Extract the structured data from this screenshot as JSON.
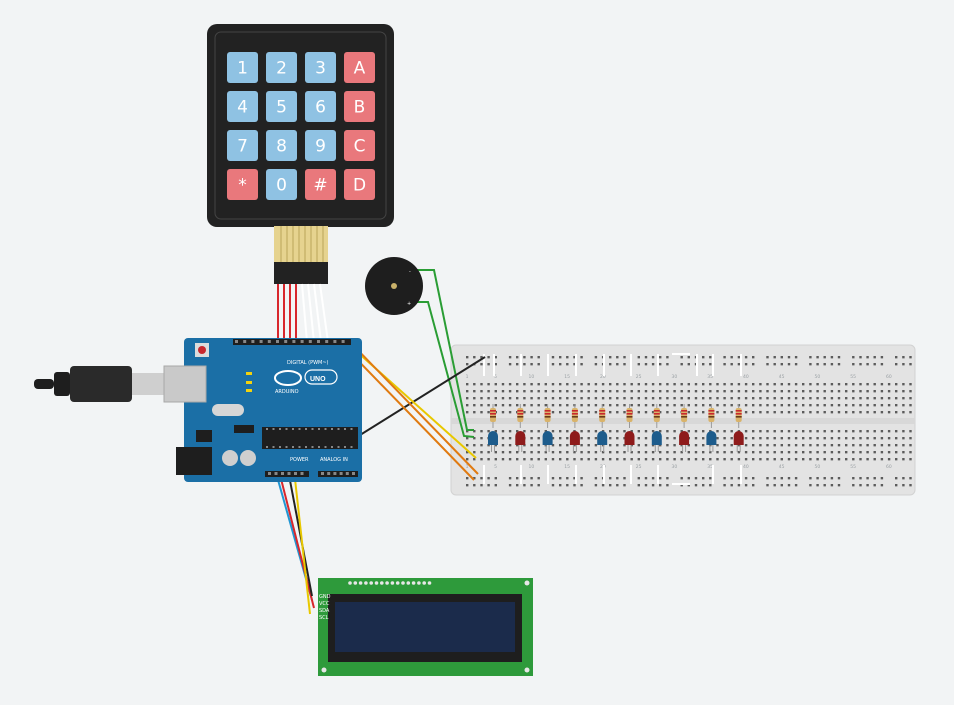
{
  "keypad": {
    "keys": [
      {
        "label": "1",
        "type": "num"
      },
      {
        "label": "2",
        "type": "num"
      },
      {
        "label": "3",
        "type": "num"
      },
      {
        "label": "A",
        "type": "letter"
      },
      {
        "label": "4",
        "type": "num"
      },
      {
        "label": "5",
        "type": "num"
      },
      {
        "label": "6",
        "type": "num"
      },
      {
        "label": "B",
        "type": "letter"
      },
      {
        "label": "7",
        "type": "num"
      },
      {
        "label": "8",
        "type": "num"
      },
      {
        "label": "9",
        "type": "num"
      },
      {
        "label": "C",
        "type": "letter"
      },
      {
        "label": "*",
        "type": "letter"
      },
      {
        "label": "0",
        "type": "num"
      },
      {
        "label": "#",
        "type": "letter"
      },
      {
        "label": "D",
        "type": "letter"
      }
    ]
  },
  "arduino": {
    "brand": "ARDUINO",
    "model": "UNO",
    "digital_label": "DIGITAL (PWM~)",
    "power_label": "POWER",
    "analog_label": "ANALOG IN"
  },
  "buzzer": {
    "minus_label": "-",
    "plus_label": "+"
  },
  "lcd": {
    "pin_labels": [
      "GND",
      "VCC",
      "SDA",
      "SCL"
    ]
  },
  "breadboard": {
    "column_numbers": [
      "1",
      "5",
      "10",
      "15",
      "20",
      "25",
      "30",
      "35",
      "40",
      "45",
      "50",
      "55",
      "60"
    ],
    "leds": [
      "blue",
      "red",
      "blue",
      "red",
      "blue",
      "red",
      "blue",
      "red",
      "blue",
      "red"
    ]
  },
  "colors": {
    "background": "#f2f4f5",
    "board": "#1b6fa6",
    "keypad_body": "#222222",
    "key_num": "#8fc2e3",
    "key_letter": "#e9787c",
    "breadboard": "#e3e3e3",
    "lcd_pcb": "#2e9a3b",
    "lcd_screen": "#1b2b4b",
    "led_blue": "#1d5c8c",
    "led_red": "#8e1b1b",
    "wire_green": "#2a9d34",
    "wire_black": "#222222",
    "wire_yellow": "#e8c800",
    "wire_orange": "#e07a10",
    "wire_red": "#d8262c",
    "wire_blue": "#2196d3"
  }
}
